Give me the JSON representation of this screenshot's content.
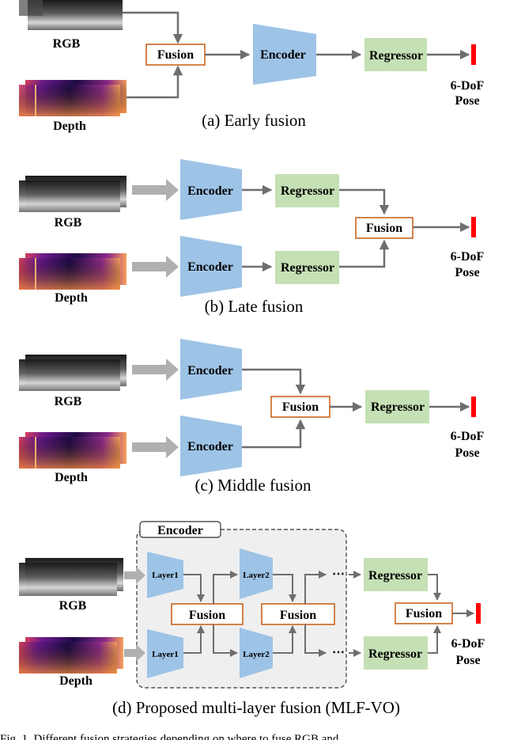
{
  "colors": {
    "encoder": "#9DC3E6",
    "regressor": "#C5E0B4",
    "fusion_border": "#C55A11",
    "pose_bar": "#FF0000",
    "arrow": "#6E6E6E",
    "thick_arrow": "#B0B0B0",
    "encoder_box_bg": "#EFEFEF"
  },
  "inputs": {
    "rgb": "RGB",
    "depth": "Depth"
  },
  "blocks": {
    "encoder": "Encoder",
    "regressor": "Regressor",
    "fusion": "Fusion",
    "layer1": "Layer1",
    "layer2": "Layer2",
    "dots": "⋯"
  },
  "output": {
    "line1": "6-DoF",
    "line2": "Pose"
  },
  "panels": {
    "a": {
      "caption": "(a) Early fusion"
    },
    "b": {
      "caption": "(b) Late fusion"
    },
    "c": {
      "caption": "(c) Middle fusion"
    },
    "d": {
      "caption": "(d) Proposed multi-layer fusion (MLF-VO)",
      "group_title": "Encoder"
    }
  },
  "figure_caption": "Fig. 1.    Different fusion strategies depending on where to fuse RGB and"
}
